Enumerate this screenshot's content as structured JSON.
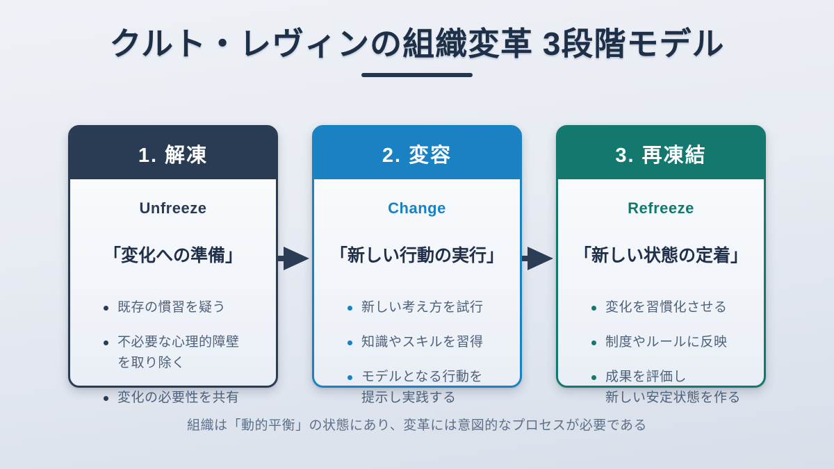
{
  "title": "クルト・レヴィンの組織変革 3段階モデル",
  "footer": "組織は「動的平衡」の状態にあり、変革には意図的なプロセスが必要である",
  "colors": {
    "title": "#1e3048",
    "underline": "#24364f",
    "arrow": "#2b3c54",
    "header-text": "#ffffff",
    "subtitle-text": "#20304a",
    "bullet-text": "#4e617a",
    "footer-text": "#5d7089",
    "bg-top": "#eef1f6",
    "bg-bottom": "#d8dfea",
    "card-top": "#fbfdfe",
    "card-bottom": "#e9eef6"
  },
  "cards": [
    {
      "header": "1. 解凍",
      "english": "Unfreeze",
      "subtitle": "「変化への準備」",
      "accent_color": "#2a3b54",
      "bullets": [
        "既存の慣習を疑う",
        "不必要な心理的障壁\nを取り除く",
        "変化の必要性を共有"
      ]
    },
    {
      "header": "2. 変容",
      "english": "Change",
      "subtitle": "「新しい行動の実行」",
      "accent_color": "#1a81c2",
      "bullets": [
        "新しい考え方を試行",
        "知識やスキルを習得",
        "モデルとなる行動を\n提示し実践する"
      ]
    },
    {
      "header": "3. 再凍結",
      "english": "Refreeze",
      "subtitle": "「新しい状態の定着」",
      "accent_color": "#13796f",
      "bullets": [
        "変化を習慣化させる",
        "制度やルールに反映",
        "成果を評価し\n新しい安定状態を作る"
      ]
    }
  ]
}
